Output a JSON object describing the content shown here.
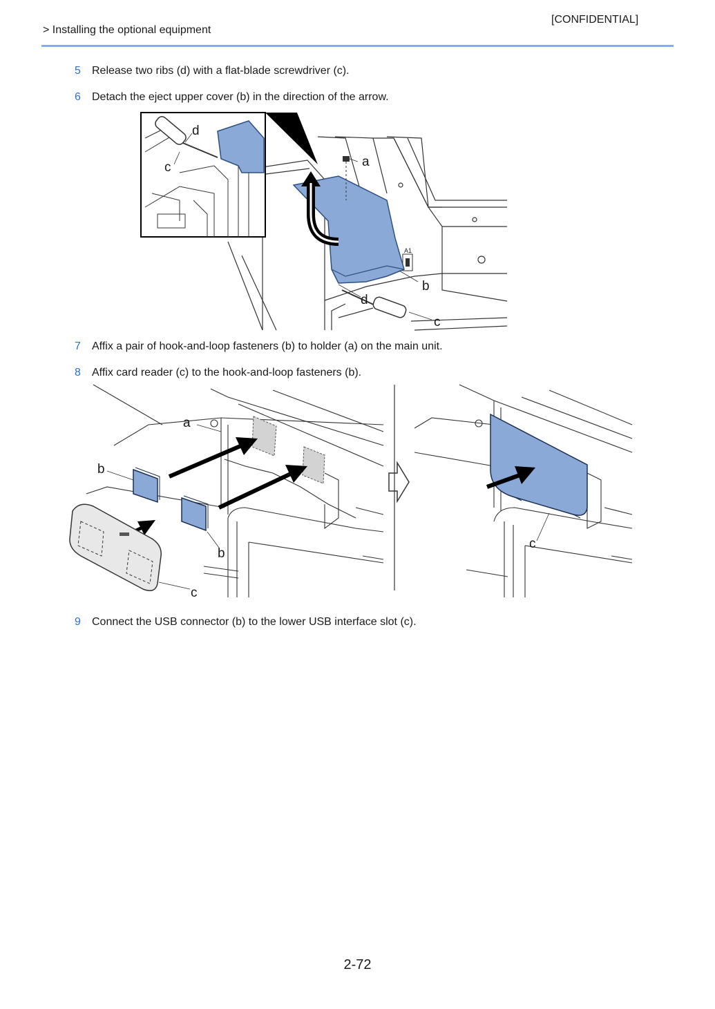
{
  "header": {
    "confidential": "[CONFIDENTIAL]",
    "breadcrumb": "> Installing the optional equipment"
  },
  "steps": [
    {
      "num": "5",
      "text": "Release two ribs (d) with a flat-blade screwdriver (c)."
    },
    {
      "num": "6",
      "text": "Detach the eject upper cover (b) in the direction of the arrow."
    },
    {
      "num": "7",
      "text": "Affix a pair of hook-and-loop fasteners (b) to holder (a) on the main unit."
    },
    {
      "num": "8",
      "text": "Affix card reader (c) to the hook-and-loop fasteners (b)."
    },
    {
      "num": "9",
      "text": "Connect the USB connector (b) to the lower USB interface slot (c)."
    }
  ],
  "figure1": {
    "callouts": {
      "inset_d": "d",
      "inset_c": "c",
      "a": "a",
      "b": "b",
      "d": "d",
      "c": "c",
      "port": "A1"
    }
  },
  "figure2": {
    "callouts": {
      "a": "a",
      "b_left": "b",
      "b_lower": "b",
      "c_left": "c",
      "c_right": "c"
    }
  },
  "colors": {
    "accent": "#2b6fd6",
    "rule": "#86aaf0",
    "part_fill": "#8aa9d6",
    "fastener_fill": "#d3d3d3"
  },
  "footer": {
    "page_number": "2-72"
  }
}
